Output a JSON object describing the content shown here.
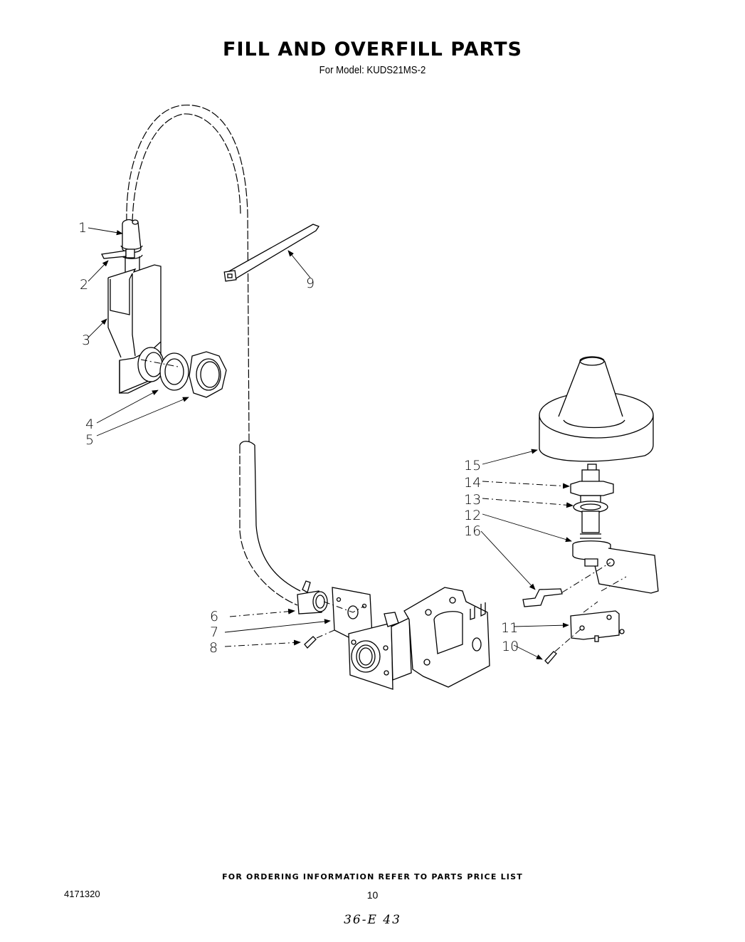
{
  "header": {
    "title": "FILL AND OVERFILL PARTS",
    "subtitle": "For Model: KUDS21MS-2"
  },
  "footer": {
    "ordering_note": "FOR ORDERING INFORMATION REFER TO PARTS PRICE LIST",
    "document_number": "4171320",
    "page_number": "10",
    "handwritten_note": "36-E 43"
  },
  "callouts": [
    {
      "id": "1",
      "label": "1",
      "part": "hose-end-nozzle"
    },
    {
      "id": "2",
      "label": "2",
      "part": "tie-clamp"
    },
    {
      "id": "3",
      "label": "3",
      "part": "inlet-bracket"
    },
    {
      "id": "4",
      "label": "4",
      "part": "washer"
    },
    {
      "id": "5",
      "label": "5",
      "part": "hex-nut"
    },
    {
      "id": "6",
      "label": "6",
      "part": "hose-clamp"
    },
    {
      "id": "7",
      "label": "7",
      "part": "valve-mounting-bracket"
    },
    {
      "id": "8",
      "label": "8",
      "part": "screw"
    },
    {
      "id": "9",
      "label": "9",
      "part": "cable-tie"
    },
    {
      "id": "10",
      "label": "10",
      "part": "switch-screw"
    },
    {
      "id": "11",
      "label": "11",
      "part": "overfill-switch"
    },
    {
      "id": "12",
      "label": "12",
      "part": "float-stem-housing"
    },
    {
      "id": "13",
      "label": "13",
      "part": "float-washer"
    },
    {
      "id": "14",
      "label": "14",
      "part": "float-nut"
    },
    {
      "id": "15",
      "label": "15",
      "part": "float"
    },
    {
      "id": "16",
      "label": "16",
      "part": "switch-actuator-lever"
    }
  ]
}
